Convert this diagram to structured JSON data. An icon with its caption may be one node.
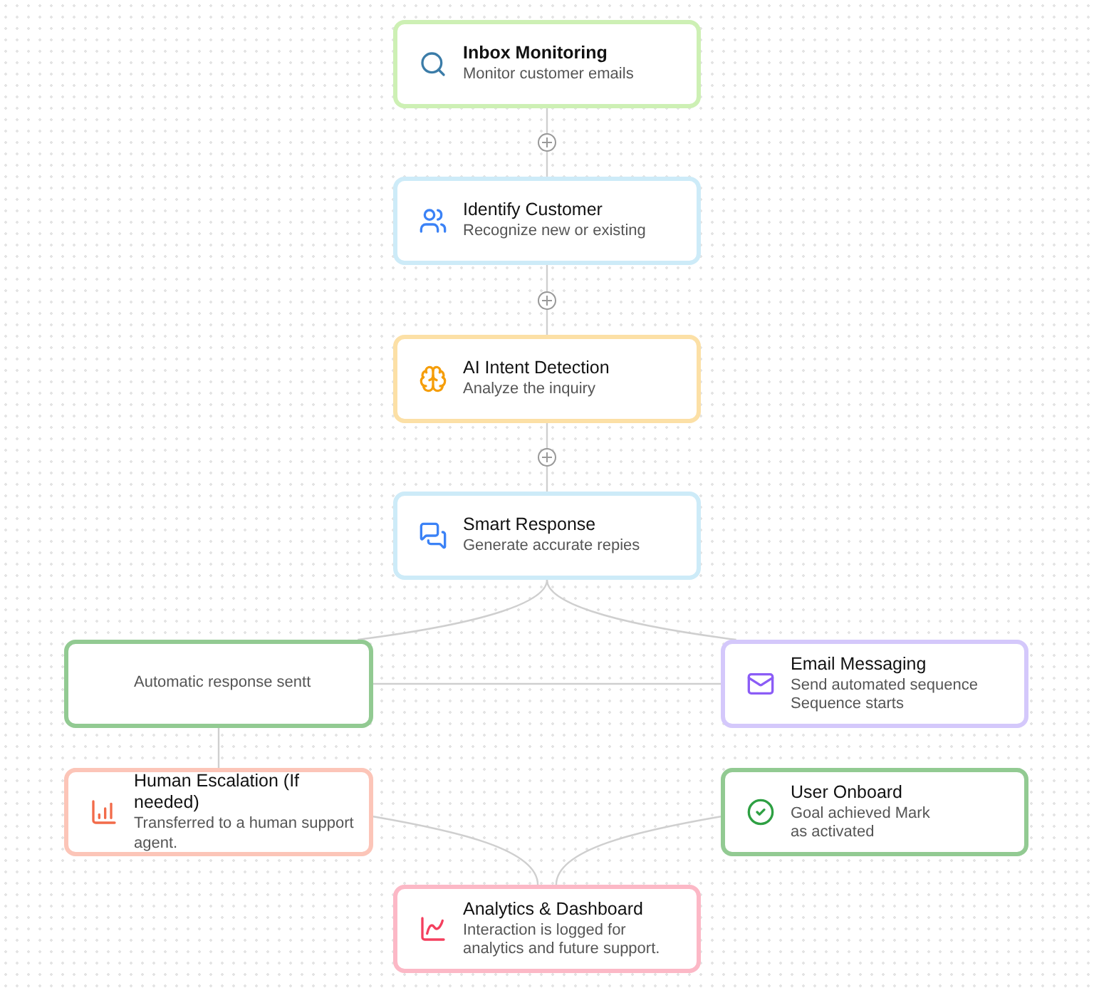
{
  "diagram": {
    "nodes": [
      {
        "text": [
          "Inbox Monitoring",
          "Monitor customer emails"
        ]
      },
      {
        "text": [
          "Identify Customer",
          "Recognize new or existing"
        ]
      },
      {
        "text": [
          "AI Intent Detection",
          "Analyze the inquiry"
        ]
      },
      {
        "text": [
          "Smart Response",
          "Generate accurate repies"
        ]
      },
      {
        "text": [
          "Automatic response sentt"
        ]
      },
      {
        "text": [
          "Email Messaging",
          "Send automated sequence Sequence starts"
        ]
      },
      {
        "text": [
          "Human Escalation (If needed)",
          "Transferred to a human support agent."
        ]
      },
      {
        "text": [
          "User Onboard",
          "Goal achieved Mark as activated"
        ]
      },
      {
        "text": [
          "Analytics & Dashboard",
          "Interaction is logged for analytics and future support."
        ]
      }
    ],
    "edges": [
      {
        "from": 0,
        "to": 1,
        "arrow": "none"
      },
      {
        "from": 1,
        "to": 2,
        "arrow": "none"
      },
      {
        "from": 2,
        "to": 3,
        "arrow": "none"
      },
      {
        "from": 3,
        "to": 4,
        "arrow": "none"
      },
      {
        "from": 3,
        "to": 5,
        "arrow": "none"
      },
      {
        "from": 4,
        "to": 5,
        "arrow": "none"
      },
      {
        "from": 4,
        "to": 6,
        "arrow": "none"
      },
      {
        "from": 6,
        "to": 8,
        "arrow": "none"
      },
      {
        "from": 7,
        "to": 8,
        "arrow": "none"
      }
    ]
  }
}
